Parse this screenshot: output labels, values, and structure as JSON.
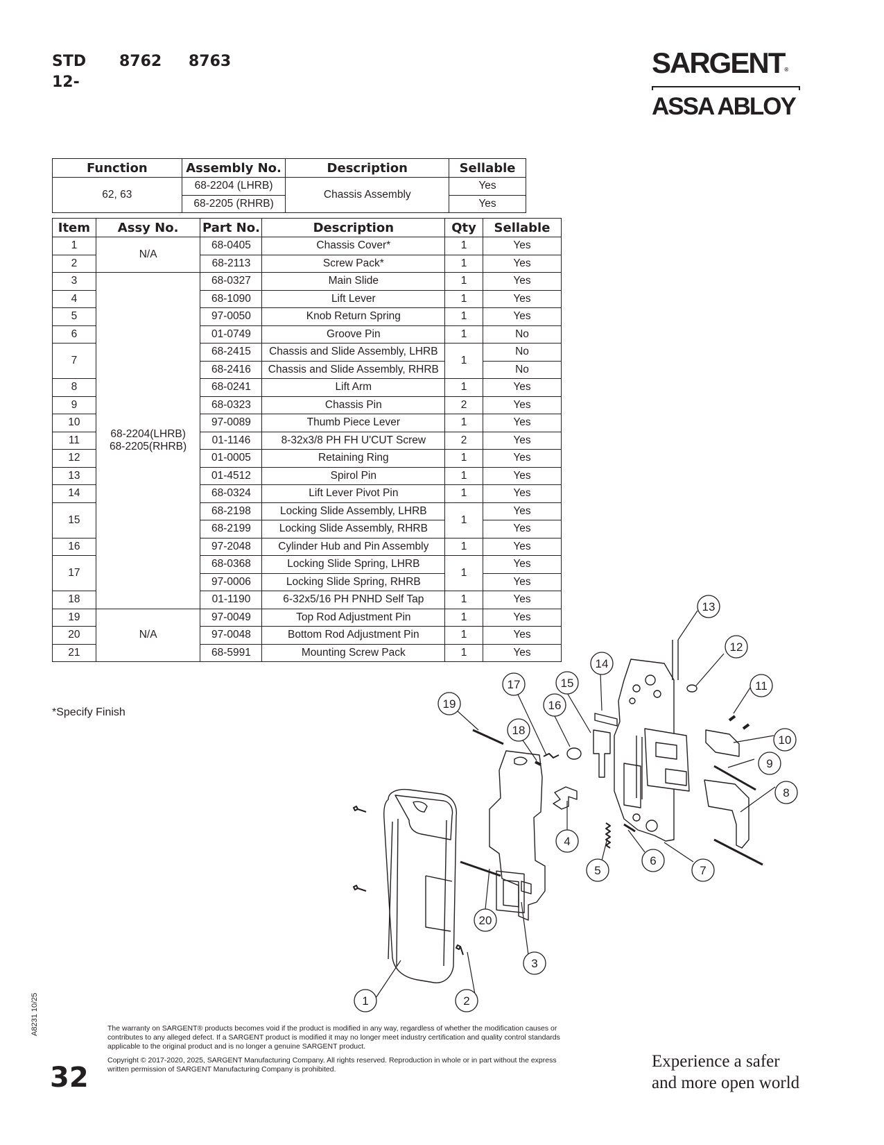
{
  "header": {
    "std_label": "STD",
    "col1": "8762",
    "col2": "8763",
    "row2": "12-"
  },
  "brand": {
    "name": "SARGENT",
    "reg": "®",
    "parent": "ASSA ABLOY"
  },
  "assembly_table": {
    "headers": [
      "Function",
      "Assembly No.",
      "Description",
      "Sellable"
    ],
    "function": "62, 63",
    "assemblies": [
      "68-2204 (LHRB)",
      "68-2205 (RHRB)"
    ],
    "description": "Chassis Assembly",
    "sellable": [
      "Yes",
      "Yes"
    ]
  },
  "parts_table": {
    "headers": [
      "Item",
      "Assy No.",
      "Part No.",
      "Description",
      "Qty",
      "Sellable"
    ],
    "assy_groups": [
      "N/A",
      "68-2204(LHRB)\n68-2205(RHRB)",
      "N/A"
    ],
    "rows": [
      {
        "item": "1",
        "part": "68-0405",
        "desc": "Chassis Cover*",
        "qty": "1",
        "sell": "Yes"
      },
      {
        "item": "2",
        "part": "68-2113",
        "desc": "Screw Pack*",
        "qty": "1",
        "sell": "Yes"
      },
      {
        "item": "3",
        "part": "68-0327",
        "desc": "Main Slide",
        "qty": "1",
        "sell": "Yes"
      },
      {
        "item": "4",
        "part": "68-1090",
        "desc": "Lift Lever",
        "qty": "1",
        "sell": "Yes"
      },
      {
        "item": "5",
        "part": "97-0050",
        "desc": "Knob Return Spring",
        "qty": "1",
        "sell": "Yes"
      },
      {
        "item": "6",
        "part": "01-0749",
        "desc": "Groove Pin",
        "qty": "1",
        "sell": "No"
      },
      {
        "item": "7",
        "part": "68-2415",
        "desc": "Chassis and Slide Assembly, LHRB",
        "qty": "1",
        "sell": "No"
      },
      {
        "item": "",
        "part": "68-2416",
        "desc": "Chassis and Slide Assembly, RHRB",
        "qty": "",
        "sell": "No"
      },
      {
        "item": "8",
        "part": "68-0241",
        "desc": "Lift Arm",
        "qty": "1",
        "sell": "Yes"
      },
      {
        "item": "9",
        "part": "68-0323",
        "desc": "Chassis Pin",
        "qty": "2",
        "sell": "Yes"
      },
      {
        "item": "10",
        "part": "97-0089",
        "desc": "Thumb Piece Lever",
        "qty": "1",
        "sell": "Yes"
      },
      {
        "item": "11",
        "part": "01-1146",
        "desc": "8-32x3/8 PH FH U'CUT Screw",
        "qty": "2",
        "sell": "Yes"
      },
      {
        "item": "12",
        "part": "01-0005",
        "desc": "Retaining Ring",
        "qty": "1",
        "sell": "Yes"
      },
      {
        "item": "13",
        "part": "01-4512",
        "desc": "Spirol Pin",
        "qty": "1",
        "sell": "Yes"
      },
      {
        "item": "14",
        "part": "68-0324",
        "desc": "Lift Lever Pivot Pin",
        "qty": "1",
        "sell": "Yes"
      },
      {
        "item": "15",
        "part": "68-2198",
        "desc": "Locking Slide Assembly, LHRB",
        "qty": "1",
        "sell": "Yes"
      },
      {
        "item": "",
        "part": "68-2199",
        "desc": "Locking Slide Assembly, RHRB",
        "qty": "",
        "sell": "Yes"
      },
      {
        "item": "16",
        "part": "97-2048",
        "desc": "Cylinder Hub and Pin Assembly",
        "qty": "1",
        "sell": "Yes"
      },
      {
        "item": "17",
        "part": "68-0368",
        "desc": "Locking Slide Spring, LHRB",
        "qty": "1",
        "sell": "Yes"
      },
      {
        "item": "",
        "part": "97-0006",
        "desc": "Locking Slide Spring, RHRB",
        "qty": "",
        "sell": "Yes"
      },
      {
        "item": "18",
        "part": "01-1190",
        "desc": "6-32x5/16 PH PNHD Self Tap",
        "qty": "1",
        "sell": "Yes"
      },
      {
        "item": "19",
        "part": "97-0049",
        "desc": "Top Rod Adjustment Pin",
        "qty": "1",
        "sell": "Yes"
      },
      {
        "item": "20",
        "part": "97-0048",
        "desc": "Bottom Rod Adjustment Pin",
        "qty": "1",
        "sell": "Yes"
      },
      {
        "item": "21",
        "part": "68-5991",
        "desc": "Mounting Screw Pack",
        "qty": "1",
        "sell": "Yes"
      }
    ]
  },
  "note": "*Specify Finish",
  "side_code": "A8231  10/25",
  "page_number": "32",
  "warranty": "The warranty on SARGENT® products becomes void if the product is modified in any way, regardless of whether the modification causes or contributes to any alleged defect. If a SARGENT product is modified it may no longer meet industry certification and quality control standards applicable to the original product and is no longer a genuine SARGENT product.",
  "copyright": "Copyright © 2017-2020, 2025, SARGENT Manufacturing Company. All rights reserved. Reproduction in whole or in part without the express written permission of SARGENT Manufacturing Company is prohibited.",
  "tagline_1": "Experience a safer",
  "tagline_2": "and more open world",
  "callouts": [
    "1",
    "2",
    "3",
    "4",
    "5",
    "6",
    "7",
    "8",
    "9",
    "10",
    "11",
    "12",
    "13",
    "14",
    "15",
    "16",
    "17",
    "18",
    "19",
    "20"
  ]
}
